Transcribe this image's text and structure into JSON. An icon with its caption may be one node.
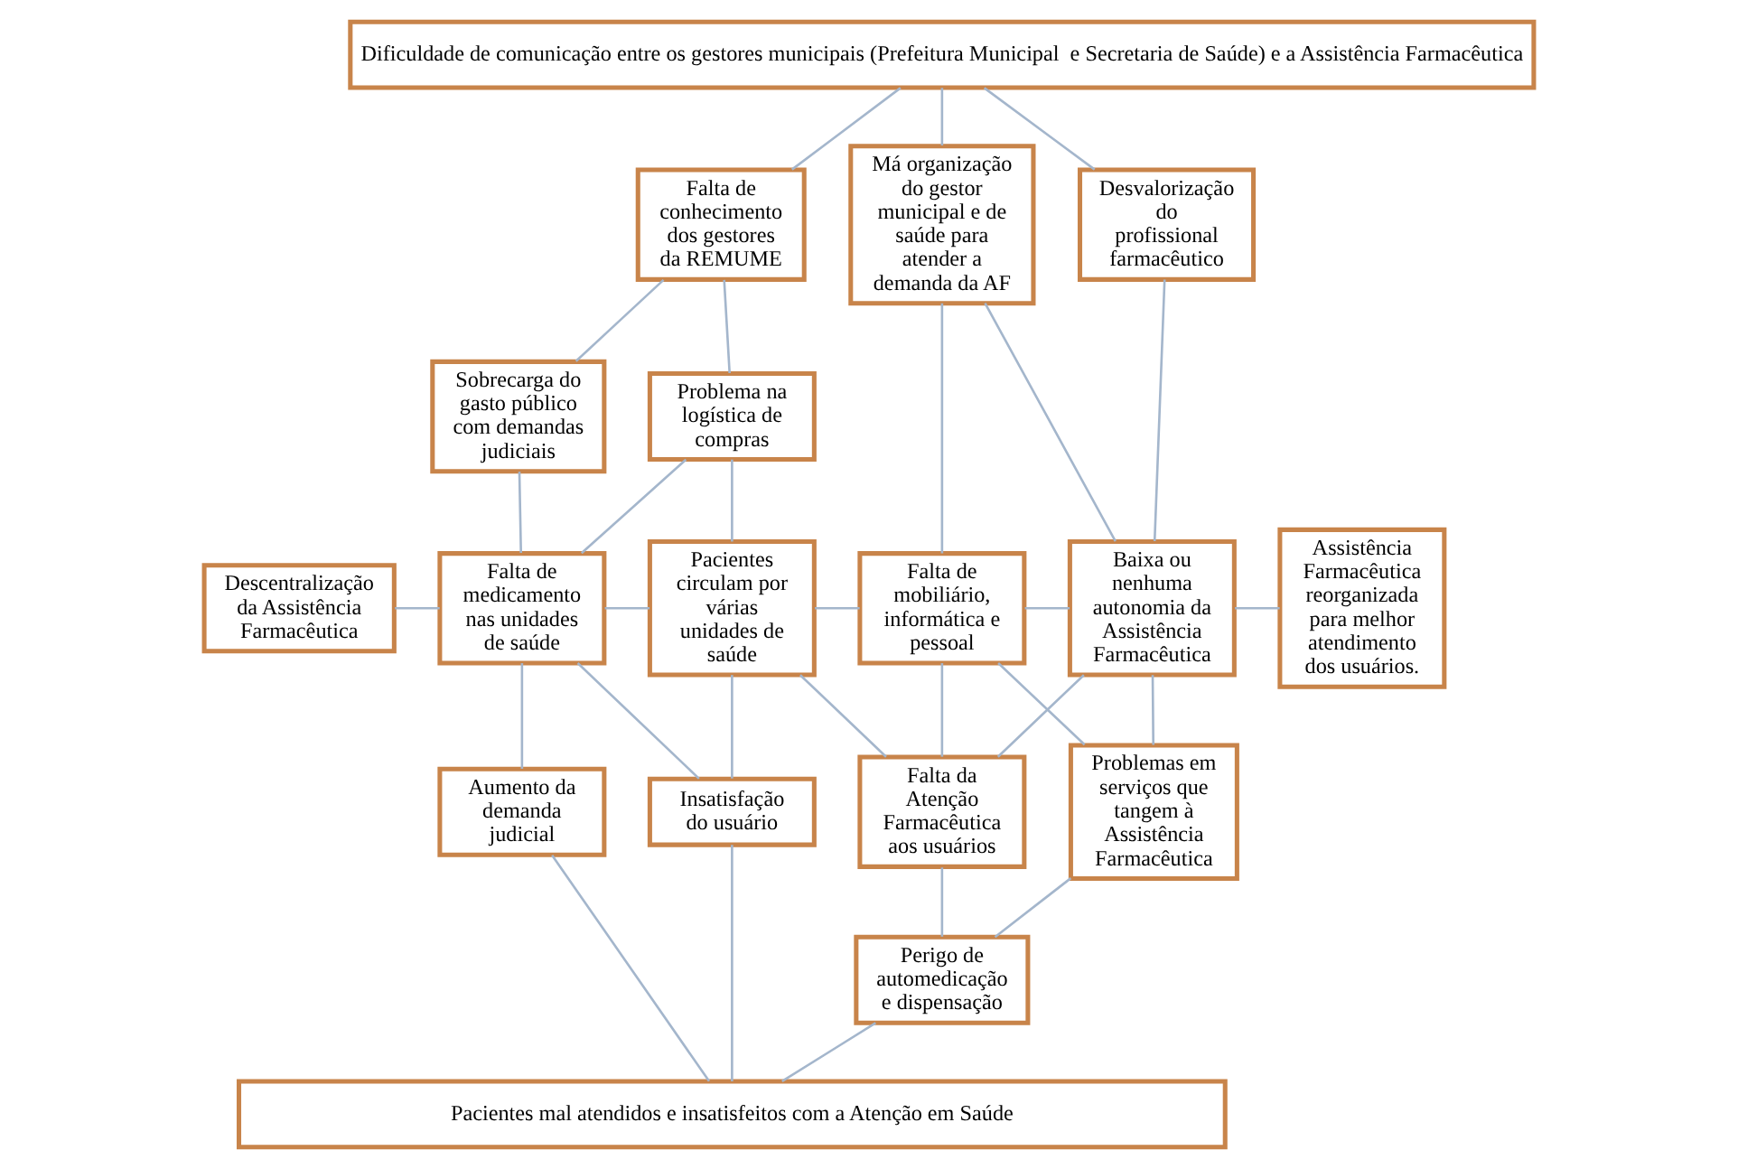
{
  "diagram": {
    "nodes": [
      {
        "text": [
          "Dificuldade de comunicação entre os gestores municipais (Prefeitura Municipal  e Secretaria de Saúde) e a Assistência Farmacêutica"
        ]
      },
      {
        "text": [
          "Falta de conhecimento dos gestores da REMUME"
        ]
      },
      {
        "text": [
          "Má organização do gestor municipal e de saúde para atender a demanda da AF"
        ]
      },
      {
        "text": [
          "Desvalorização do profissional farmacêutico"
        ]
      },
      {
        "text": [
          "Sobrecarga do gasto público com demandas judiciais"
        ]
      },
      {
        "text": [
          "Problema na logística de compras"
        ]
      },
      {
        "text": [
          "Descentralização da Assistência Farmacêutica"
        ]
      },
      {
        "text": [
          "Falta de medicamento nas unidades de saúde"
        ]
      },
      {
        "text": [
          "Pacientes circulam por várias unidades de saúde"
        ]
      },
      {
        "text": [
          "Falta de mobiliário, informática e pessoal"
        ]
      },
      {
        "text": [
          "Baixa ou nenhuma autonomia da Assistência Farmacêutica"
        ]
      },
      {
        "text": [
          "Assistência Farmacêutica reorganizada para melhor atendimento dos usuários."
        ]
      },
      {
        "text": [
          "Aumento da demanda judicial"
        ]
      },
      {
        "text": [
          "Insatisfação do usuário"
        ]
      },
      {
        "text": [
          "Falta da Atenção Farmacêutica aos usuários"
        ]
      },
      {
        "text": [
          "Problemas em serviços que tangem à Assistência Farmacêutica"
        ]
      },
      {
        "text": [
          "Perigo de automedicação e dispensação"
        ]
      },
      {
        "text": [
          "Pacientes mal atendidos e insatisfeitos com a Atenção em Saúde"
        ]
      }
    ],
    "edges": [
      {
        "from": 0,
        "to": 1,
        "arrow": "none"
      },
      {
        "from": 0,
        "to": 2,
        "arrow": "none"
      },
      {
        "from": 0,
        "to": 3,
        "arrow": "none"
      },
      {
        "from": 1,
        "to": 4,
        "arrow": "none"
      },
      {
        "from": 1,
        "to": 5,
        "arrow": "none"
      },
      {
        "from": 4,
        "to": 7,
        "arrow": "none"
      },
      {
        "from": 5,
        "to": 7,
        "arrow": "none"
      },
      {
        "from": 5,
        "to": 8,
        "arrow": "none"
      },
      {
        "from": 2,
        "to": 9,
        "arrow": "none"
      },
      {
        "from": 2,
        "to": 10,
        "arrow": "none"
      },
      {
        "from": 3,
        "to": 10,
        "arrow": "none"
      },
      {
        "from": 6,
        "to": 7,
        "arrow": "none"
      },
      {
        "from": 7,
        "to": 8,
        "arrow": "none"
      },
      {
        "from": 8,
        "to": 9,
        "arrow": "none"
      },
      {
        "from": 9,
        "to": 10,
        "arrow": "none"
      },
      {
        "from": 10,
        "to": 11,
        "arrow": "none"
      },
      {
        "from": 7,
        "to": 12,
        "arrow": "none"
      },
      {
        "from": 7,
        "to": 13,
        "arrow": "none"
      },
      {
        "from": 8,
        "to": 13,
        "arrow": "none"
      },
      {
        "from": 8,
        "to": 14,
        "arrow": "none"
      },
      {
        "from": 9,
        "to": 14,
        "arrow": "none"
      },
      {
        "from": 9,
        "to": 15,
        "arrow": "none"
      },
      {
        "from": 10,
        "to": 14,
        "arrow": "none"
      },
      {
        "from": 10,
        "to": 15,
        "arrow": "none"
      },
      {
        "from": 14,
        "to": 16,
        "arrow": "none"
      },
      {
        "from": 15,
        "to": 16,
        "arrow": "none"
      },
      {
        "from": 12,
        "to": 17,
        "arrow": "none"
      },
      {
        "from": 13,
        "to": 17,
        "arrow": "none"
      },
      {
        "from": 16,
        "to": 17,
        "arrow": "none"
      }
    ]
  }
}
